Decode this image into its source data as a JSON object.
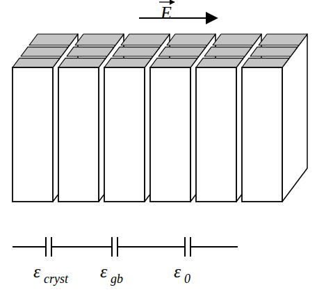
{
  "diagram": {
    "labels": [
      "E",
      "ε",
      "cryst",
      "ε",
      "gb",
      "ε",
      "0"
    ]
  }
}
